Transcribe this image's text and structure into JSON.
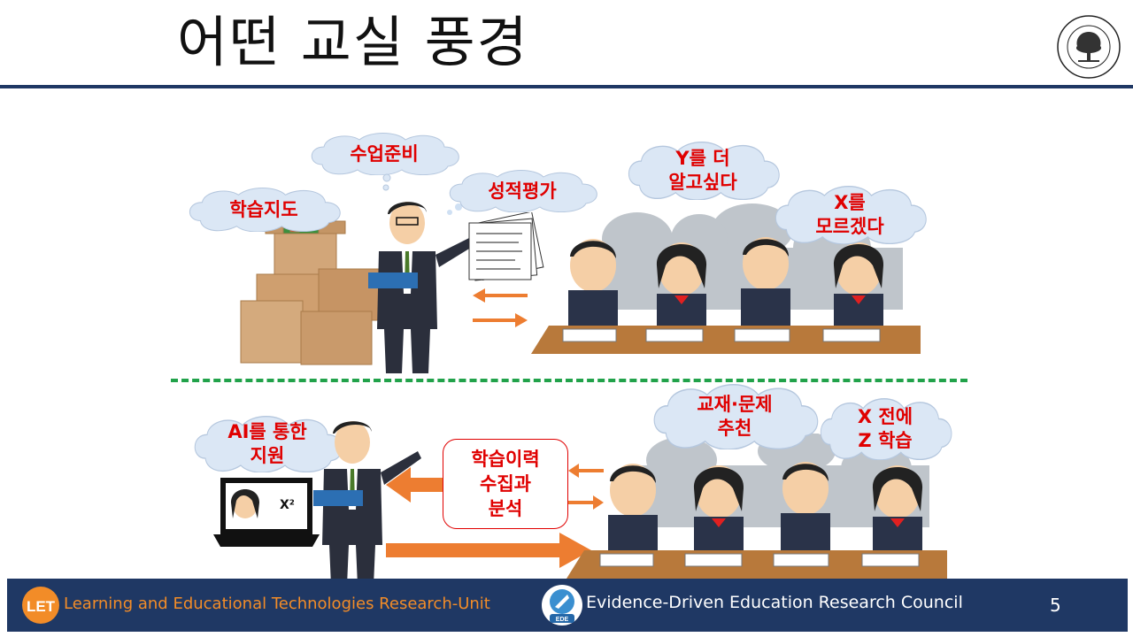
{
  "slide": {
    "title": "어떤 교실 풍경",
    "page_number": "5"
  },
  "top_scene": {
    "clouds": {
      "lesson_prep": "수업준비",
      "grade_eval": "성적평가",
      "learning_guide": "학습지도",
      "want_y": "Y를 더\n알고싶다",
      "dont_know_x": "X를\n모르겠다"
    }
  },
  "bottom_scene": {
    "clouds": {
      "ai_support": "AI를 통한\n지원",
      "recommend": "교재·문제\n추천",
      "x_before_z": "X 전에\nZ 학습"
    },
    "analysis_box": "학습이력\n수집과\n분석",
    "laptop_formula": "X²"
  },
  "footer": {
    "left_org": "Learning and Educational Technologies Research-Unit",
    "left_logo_text": "LET",
    "mid_org": "Evidence-Driven Education Research Council",
    "mid_logo_text": "EDE"
  },
  "colors": {
    "navy": "#1f3864",
    "red_text": "#e00000",
    "orange_arrow": "#ed7d31",
    "green_dash": "#21a24a",
    "cloud_fill": "#dbe7f5"
  }
}
